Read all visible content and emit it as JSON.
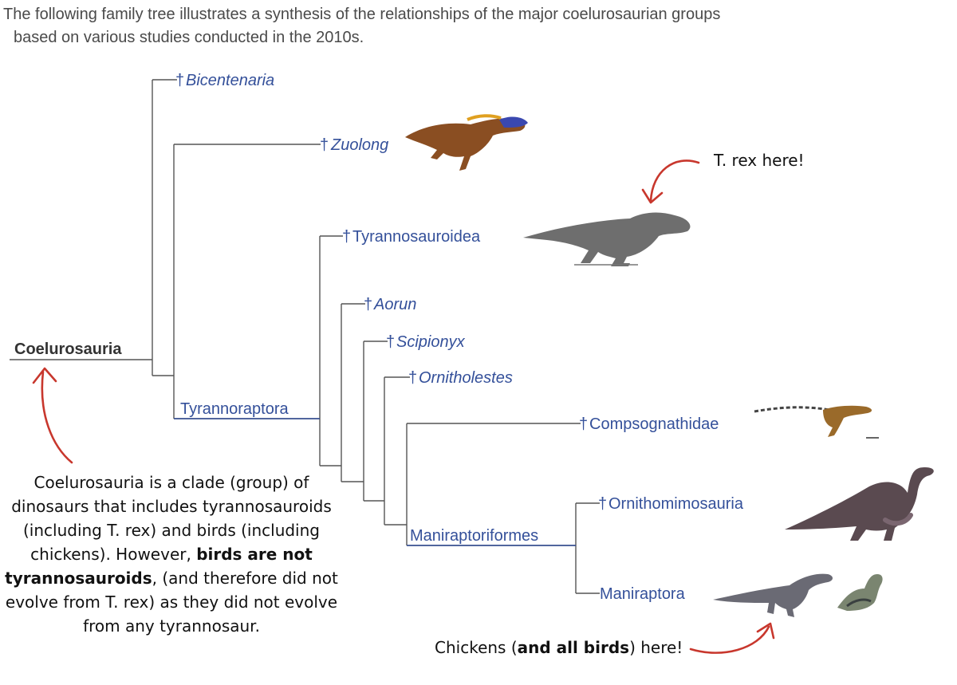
{
  "intro": {
    "line1": "The following family tree illustrates a synthesis of the relationships of the major coelurosaurian groups",
    "line2": "based on various studies conducted in the 2010s."
  },
  "tree": {
    "root": "Coelurosauria",
    "dagger": "†",
    "taxa": {
      "bicentenaria": "Bicentenaria",
      "zuolong": "Zuolong",
      "tyrannosauroidea": "Tyrannosauroidea",
      "aorun": "Aorun",
      "scipionyx": "Scipionyx",
      "ornitholestes": "Ornitholestes",
      "compsognathidae": "Compsognathidae",
      "ornithomimosauria": "Ornithomimosauria",
      "maniraptora": "Maniraptora"
    },
    "clades": {
      "tyrannoraptora": "Tyrannoraptora",
      "maniraptoriformes": "Maniraptoriformes"
    }
  },
  "annotations": {
    "trex": "T. rex here!",
    "birds_pre": "Chickens (",
    "birds_bold": "and all birds",
    "birds_post": ") here!",
    "left_1": "Coelurosauria is a clade (group) of dinosaurs that includes tyrannosauroids (including T. rex) and birds (including chickens). However, ",
    "left_bold": "birds are not tyrannosauroids",
    "left_2": ", (and therefore did not evolve from T. rex) as they did not evolve from any tyrannosaur."
  },
  "colors": {
    "taxon_text": "#34509a",
    "arrow": "#c8372d",
    "branch": "#555555"
  }
}
